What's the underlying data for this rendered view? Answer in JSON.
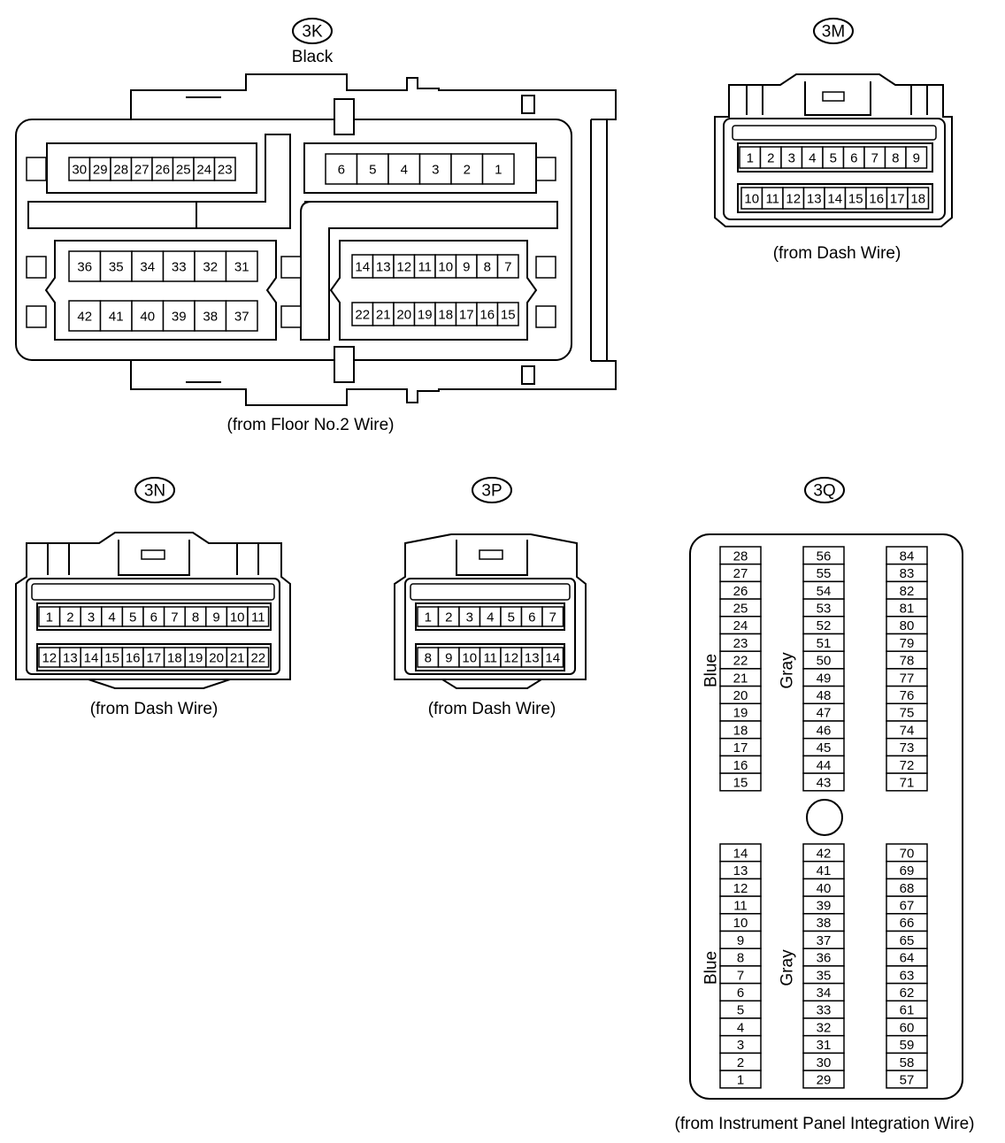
{
  "connectors": {
    "3K": {
      "tag": "3K",
      "color": "Black",
      "source": "(from Floor No.2 Wire)",
      "row_a": [
        "30",
        "29",
        "28",
        "27",
        "26",
        "25",
        "24",
        "23"
      ],
      "row_b": [
        "6",
        "5",
        "4",
        "3",
        "2",
        "1"
      ],
      "row_c": [
        "36",
        "35",
        "34",
        "33",
        "32",
        "31"
      ],
      "row_d": [
        "14",
        "13",
        "12",
        "11",
        "10",
        "9",
        "8",
        "7"
      ],
      "row_e": [
        "42",
        "41",
        "40",
        "39",
        "38",
        "37"
      ],
      "row_f": [
        "22",
        "21",
        "20",
        "19",
        "18",
        "17",
        "16",
        "15"
      ]
    },
    "3M": {
      "tag": "3M",
      "source": "(from Dash Wire)",
      "top": [
        "1",
        "2",
        "3",
        "4",
        "5",
        "6",
        "7",
        "8",
        "9"
      ],
      "bottom": [
        "10",
        "11",
        "12",
        "13",
        "14",
        "15",
        "16",
        "17",
        "18"
      ]
    },
    "3N": {
      "tag": "3N",
      "source": "(from Dash Wire)",
      "top": [
        "1",
        "2",
        "3",
        "4",
        "5",
        "6",
        "7",
        "8",
        "9",
        "10",
        "11"
      ],
      "bottom": [
        "12",
        "13",
        "14",
        "15",
        "16",
        "17",
        "18",
        "19",
        "20",
        "21",
        "22"
      ]
    },
    "3P": {
      "tag": "3P",
      "source": "(from Dash Wire)",
      "top": [
        "1",
        "2",
        "3",
        "4",
        "5",
        "6",
        "7"
      ],
      "bottom": [
        "8",
        "9",
        "10",
        "11",
        "12",
        "13",
        "14"
      ]
    },
    "3Q": {
      "tag": "3Q",
      "source": "(from Instrument Panel Integration Wire)",
      "label_blue": "Blue",
      "label_gray": "Gray",
      "col1_top": [
        "28",
        "27",
        "26",
        "25",
        "24",
        "23",
        "22",
        "21",
        "20",
        "19",
        "18",
        "17",
        "16",
        "15"
      ],
      "col2_top": [
        "56",
        "55",
        "54",
        "53",
        "52",
        "51",
        "50",
        "49",
        "48",
        "47",
        "46",
        "45",
        "44",
        "43"
      ],
      "col3_top": [
        "84",
        "83",
        "82",
        "81",
        "80",
        "79",
        "78",
        "77",
        "76",
        "75",
        "74",
        "73",
        "72",
        "71"
      ],
      "col1_bot": [
        "14",
        "13",
        "12",
        "11",
        "10",
        "9",
        "8",
        "7",
        "6",
        "5",
        "4",
        "3",
        "2",
        "1"
      ],
      "col2_bot": [
        "42",
        "41",
        "40",
        "39",
        "38",
        "37",
        "36",
        "35",
        "34",
        "33",
        "32",
        "31",
        "30",
        "29"
      ],
      "col3_bot": [
        "70",
        "69",
        "68",
        "67",
        "66",
        "65",
        "64",
        "63",
        "62",
        "61",
        "60",
        "59",
        "58",
        "57"
      ]
    }
  }
}
